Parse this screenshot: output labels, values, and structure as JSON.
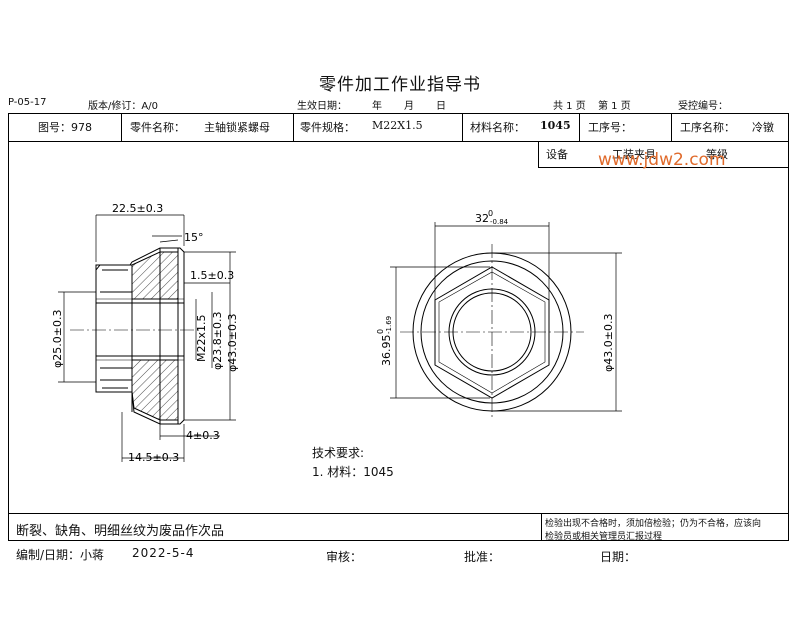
{
  "document": {
    "title": "零件加工作业指导书",
    "meta": {
      "doc_no": "P-05-17",
      "version": "版本/修订：A/0",
      "effective": "生效日期：",
      "year": "年",
      "month": "月",
      "day": "日",
      "pages": "共 1 页",
      "page": "第 1 页",
      "control": "受控编号："
    },
    "header_row": {
      "drawing_no": "图号：978",
      "part_name_label": "零件名称：",
      "part_name": "主轴锁紧螺母",
      "spec_label": "零件规格：",
      "spec": "M22X1.5",
      "material_label": "材料名称：",
      "material": "1045",
      "process_no_label": "工序号：",
      "process_name_label": "工序名称：",
      "process_name": "冷镦"
    },
    "sub_row": {
      "equipment": "设备",
      "tooling": "工装夹具",
      "grade": "等级"
    },
    "watermark": "www.jdw2.com",
    "drawing": {
      "dims": {
        "d1": "22.5±0.3",
        "d2": "15°",
        "d3": "1.5±0.3",
        "d4": "φ25.0±0.3",
        "d5": "M22x1.5",
        "d6": "φ23.8±0.3",
        "d7": "φ43.0±0.3",
        "d8": "4±0.3",
        "d9": "14.5±0.3",
        "d10": "32",
        "d10b": "0",
        "d10c": "-0.84",
        "d11": "36.95",
        "d11b": "0",
        "d11c": "-1.69",
        "d12": "φ43.0±0.3"
      },
      "requirements_title": "技术要求:",
      "requirements_1": "1. 材料：1045"
    },
    "footer": {
      "defect": "断裂、缺角、明细丝纹为废品作次品",
      "note1": "检验出现不合格时，须加倍检验；仍为不合格，应该向",
      "note2": "检验员或相关管理员汇报过程",
      "prepared": "编制/日期：小蒋",
      "date": "2022-5-4",
      "review": "审核：",
      "approve": "批准：",
      "date_label": "日期："
    }
  }
}
